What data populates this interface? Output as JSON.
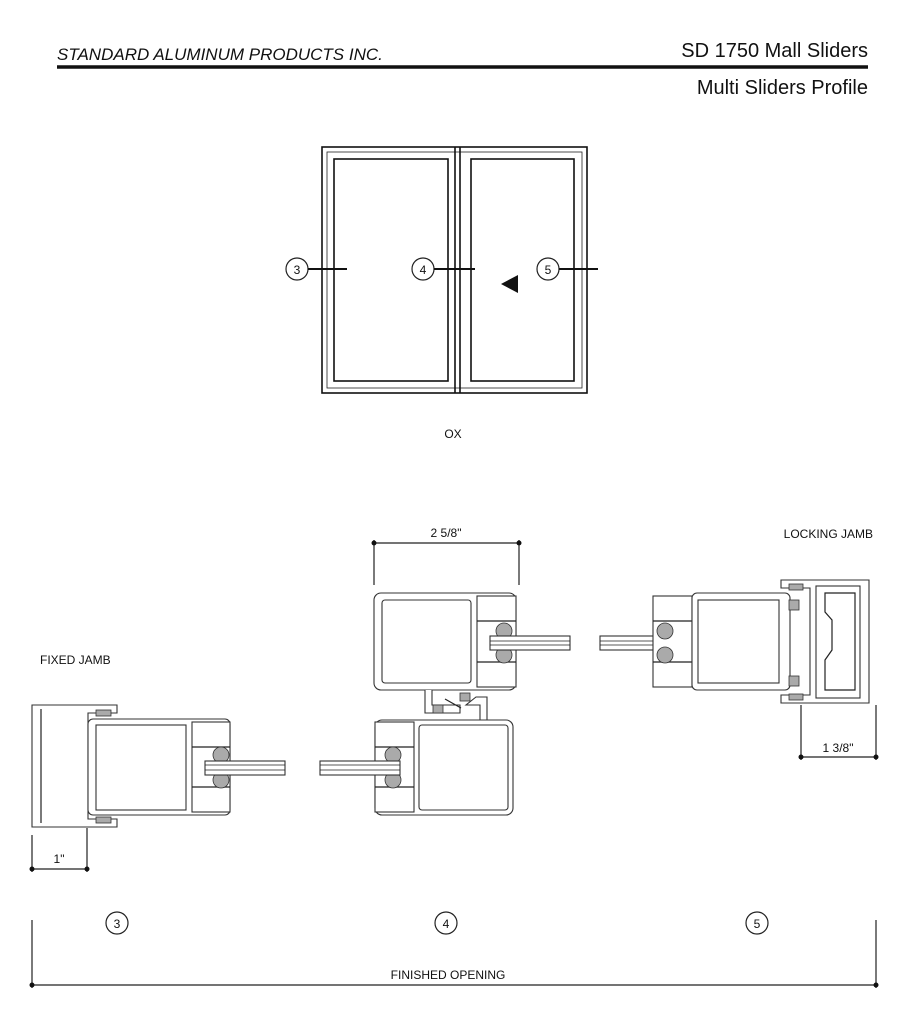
{
  "header": {
    "company": "STANDARD ALUMINUM PRODUCTS INC.",
    "product": "SD 1750 Mall Sliders",
    "subtitle": "Multi Sliders Profile"
  },
  "elevation": {
    "config_label": "OX",
    "callouts": [
      "3",
      "4",
      "5"
    ]
  },
  "sections": {
    "fixed_jamb_label": "FIXED JAMB",
    "locking_jamb_label": "LOCKING JAMB",
    "dim_interlock": "2 5/8\"",
    "dim_locking": "1 3/8\"",
    "dim_fixed": "1\"",
    "callouts": [
      "3",
      "4",
      "5"
    ],
    "finished_opening": "FINISHED OPENING"
  }
}
